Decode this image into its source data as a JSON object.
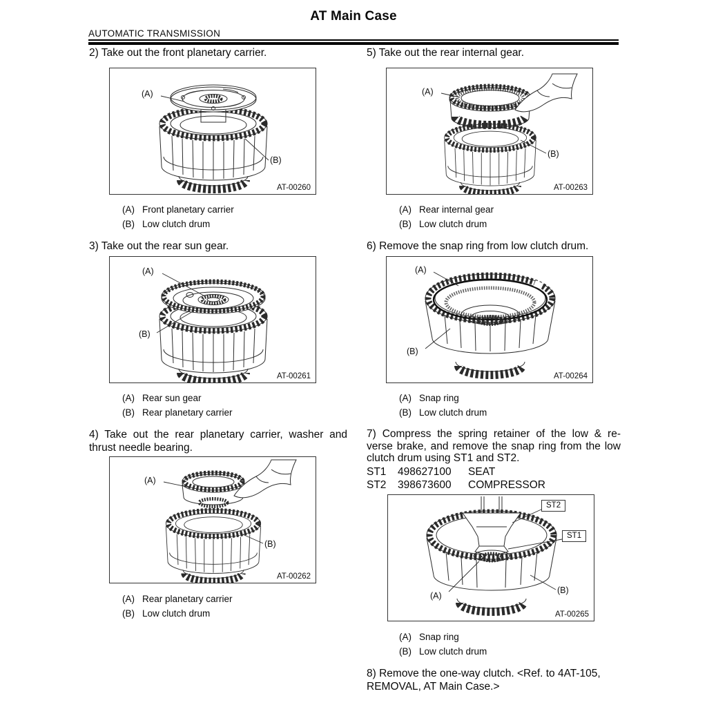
{
  "header": {
    "title": "AT Main Case",
    "section": "AUTOMATIC TRANSMISSION"
  },
  "labels": {
    "a": "(A)",
    "b": "(B)",
    "st1": "ST1",
    "st2": "ST2"
  },
  "steps": {
    "step2": {
      "heading": "2) Take out the front planetary carrier.",
      "fig_id": "AT-00260",
      "cap_a": "Front planetary carrier",
      "cap_b": "Low clutch drum"
    },
    "step3": {
      "heading": "3) Take out the rear sun gear.",
      "fig_id": "AT-00261",
      "cap_a": "Rear sun gear",
      "cap_b": "Rear planetary carrier"
    },
    "step4": {
      "heading_line1": "4) Take out the rear planetary carrier, washer and",
      "heading_line2": "thrust needle bearing.",
      "fig_id": "AT-00262",
      "cap_a": "Rear planetary carrier",
      "cap_b": "Low clutch drum"
    },
    "step5": {
      "heading": "5) Take out the rear internal gear.",
      "fig_id": "AT-00263",
      "cap_a": "Rear internal gear",
      "cap_b": "Low clutch drum"
    },
    "step6": {
      "heading": "6) Remove the snap ring from low clutch drum.",
      "fig_id": "AT-00264",
      "cap_a": "Snap ring",
      "cap_b": "Low clutch drum"
    },
    "step7": {
      "lines": [
        "7) Compress the spring retainer of the low & re-",
        "verse brake, and remove the snap ring from the low",
        "clutch drum using ST1 and ST2."
      ],
      "tools": [
        {
          "st": "ST1",
          "part_no": "498627100",
          "name": "SEAT"
        },
        {
          "st": "ST2",
          "part_no": "398673600",
          "name": "COMPRESSOR"
        }
      ],
      "fig_id": "AT-00265",
      "cap_a": "Snap ring",
      "cap_b": "Low clutch drum"
    },
    "step8": {
      "line1": "8) Remove the one-way clutch. <Ref. to 4AT-105,",
      "line2": "REMOVAL, AT Main Case.>"
    }
  }
}
